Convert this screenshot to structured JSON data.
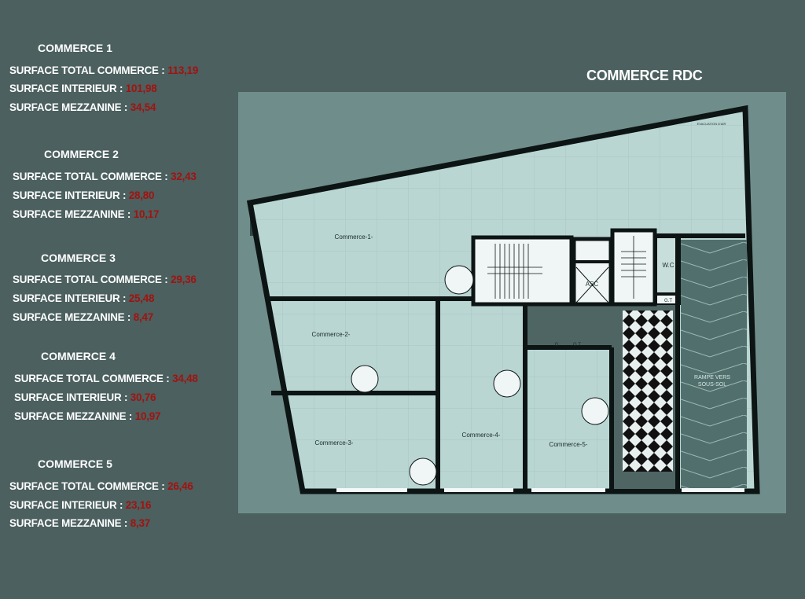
{
  "title": "COMMERCE RDC",
  "commerces": [
    {
      "heading": "COMMERCE 1",
      "total_label": "SURFACE TOTAL COMMERCE :",
      "total": "113,19",
      "interieur_label": "SURFACE INTERIEUR :",
      "interieur": "101,98",
      "mezzanine_label": "SURFACE MEZZANINE :",
      "mezzanine": "34,54"
    },
    {
      "heading": "COMMERCE 2",
      "total_label": "SURFACE TOTAL COMMERCE :",
      "total": "32,43",
      "interieur_label": "SURFACE INTERIEUR :",
      "interieur": "28,80",
      "mezzanine_label": "SURFACE MEZZANINE :",
      "mezzanine": "10,17"
    },
    {
      "heading": "COMMERCE 3",
      "total_label": "SURFACE TOTAL COMMERCE :",
      "total": "29,36",
      "interieur_label": "SURFACE INTERIEUR :",
      "interieur": "25,48",
      "mezzanine_label": "SURFACE MEZZANINE :",
      "mezzanine": "8,47"
    },
    {
      "heading": "COMMERCE 4",
      "total_label": "SURFACE TOTAL COMMERCE :",
      "total": "34,48",
      "interieur_label": "SURFACE INTERIEUR :",
      "interieur": "30,76",
      "mezzanine_label": "SURFACE MEZZANINE :",
      "mezzanine": "10,97"
    },
    {
      "heading": "COMMERCE 5",
      "total_label": "SURFACE TOTAL COMMERCE :",
      "total": "26,46",
      "interieur_label": "SURFACE INTERIEUR :",
      "interieur": "23,16",
      "mezzanine_label": "SURFACE MEZZANINE :",
      "mezzanine": "8,37"
    }
  ],
  "plan": {
    "rooms": [
      "Commerce-1-",
      "Commerce-2-",
      "Commerce-3-",
      "Commerce-4-",
      "Commerce-5-"
    ],
    "wc": "W.C",
    "asc": "ASC",
    "gt": "G.T",
    "g": "G",
    "ramp": [
      "RAMPE VERS",
      "SOUS-SOL"
    ],
    "gaine": "EVACUATION D'AIR"
  },
  "colors": {
    "background": "#4b605f",
    "value": "#a3120f",
    "floor": "#b9d6d3",
    "wall": "#0d1414"
  }
}
